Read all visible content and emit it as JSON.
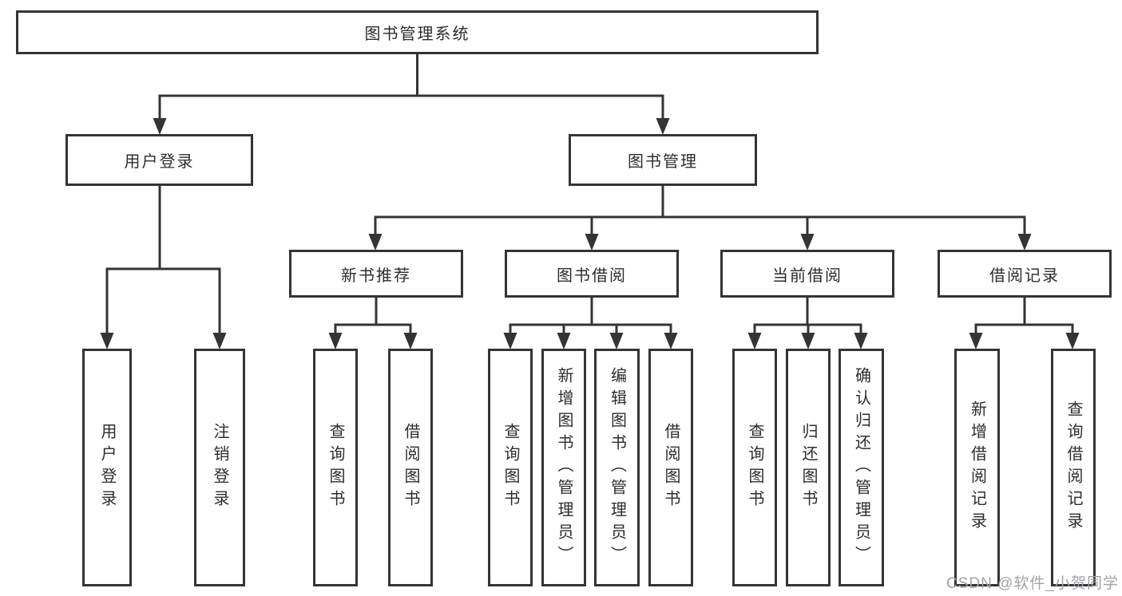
{
  "diagram_title": "图书管理系统",
  "tree": {
    "root": "图书管理系统",
    "children": [
      {
        "label": "用户登录",
        "children": [
          {
            "label": "用户登录"
          },
          {
            "label": "注销登录"
          }
        ]
      },
      {
        "label": "图书管理",
        "children": [
          {
            "label": "新书推荐",
            "children": [
              {
                "label": "查询图书"
              },
              {
                "label": "借阅图书"
              }
            ]
          },
          {
            "label": "图书借阅",
            "children": [
              {
                "label": "查询图书"
              },
              {
                "label": "新增图书（管理员）"
              },
              {
                "label": "编辑图书（管理员）"
              },
              {
                "label": "借阅图书"
              }
            ]
          },
          {
            "label": "当前借阅",
            "children": [
              {
                "label": "查询图书"
              },
              {
                "label": "归还图书"
              },
              {
                "label": "确认归还（管理员）"
              }
            ]
          },
          {
            "label": "借阅记录",
            "children": [
              {
                "label": "新增借阅记录"
              },
              {
                "label": "查询借阅记录"
              }
            ]
          }
        ]
      }
    ]
  },
  "watermark": "CSDN @软件_小贺同学",
  "colors": {
    "line": "#343434",
    "text": "#2d2d2d",
    "background": "#ffffff",
    "watermark": "#a3a3a8"
  }
}
